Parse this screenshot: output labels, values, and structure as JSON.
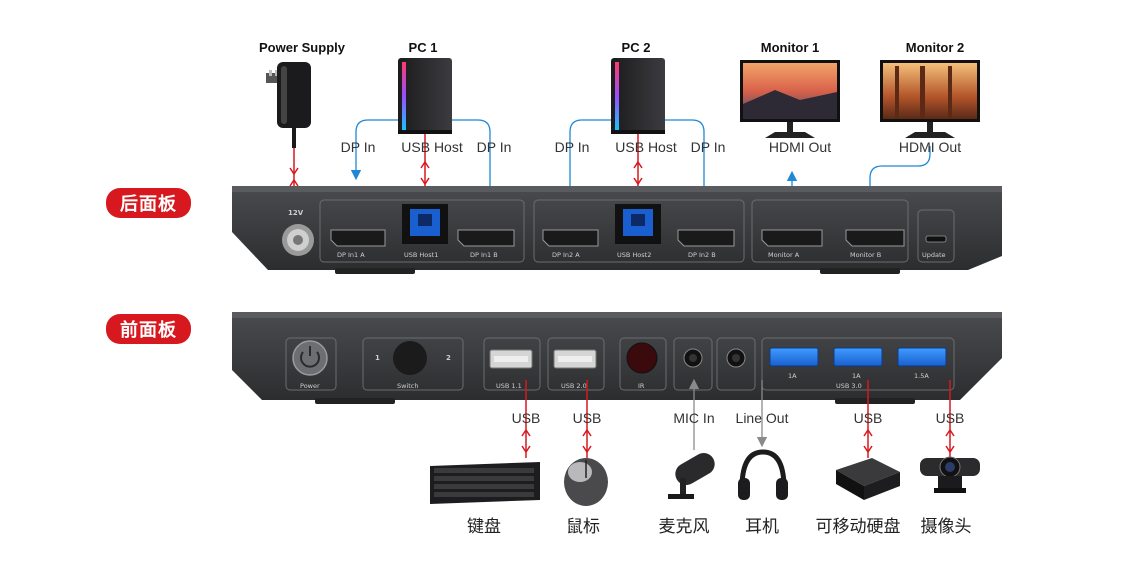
{
  "devices_top": {
    "power_supply": "Power Supply",
    "pc1": "PC 1",
    "pc2": "PC 2",
    "monitor1": "Monitor 1",
    "monitor2": "Monitor 2"
  },
  "connections_top": {
    "dp_in_1": "DP In",
    "usb_host_1": "USB Host",
    "dp_in_2": "DP In",
    "dp_in_3": "DP In",
    "usb_host_2": "USB Host",
    "dp_in_4": "DP In",
    "hdmi_out_1": "HDMI Out",
    "hdmi_out_2": "HDMI Out"
  },
  "panels": {
    "rear": "后面板",
    "front": "前面板"
  },
  "rear_ports": {
    "power": "12V",
    "dp_in1_a": "DP In1 A",
    "usb_host1": "USB Host1",
    "dp_in1_b": "DP In1 B",
    "dp_in2_a": "DP In2 A",
    "usb_host2": "USB Host2",
    "dp_in2_b": "DP In2 B",
    "monitor_a": "Monitor A",
    "monitor_b": "Monitor B",
    "update": "Update"
  },
  "front_ports": {
    "power": "Power",
    "switch": "Switch",
    "switch_1": "1",
    "switch_2": "2",
    "usb11": "USB 1.1",
    "usb20": "USB 2.0",
    "ir": "IR",
    "usb30": "USB 3.0",
    "amp_1": "1A",
    "amp_2": "1A",
    "amp_3": "1.5A"
  },
  "connections_bottom": {
    "usb_1": "USB",
    "usb_2": "USB",
    "mic_in": "MIC In",
    "line_out": "Line Out",
    "usb_3": "USB",
    "usb_4": "USB"
  },
  "peripherals": {
    "keyboard": "键盘",
    "mouse": "鼠标",
    "microphone": "麦克风",
    "headphones": "耳机",
    "hdd": "可移动硬盘",
    "webcam": "摄像头"
  },
  "colors": {
    "panel_tag": "#d7191f",
    "link_blue": "#1e88d6",
    "link_red": "#d7191f",
    "link_gray": "#8a8a8a",
    "chassis": "#3a3b3d"
  }
}
